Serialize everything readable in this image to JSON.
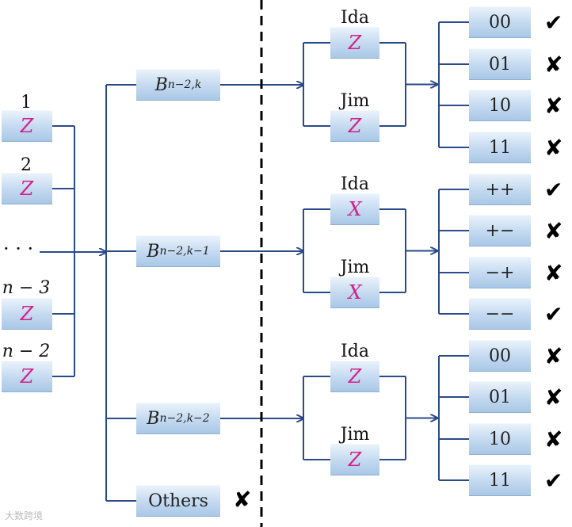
{
  "colors": {
    "wire": "#2b4a8b",
    "gate_text": "#d1218a",
    "box_bg": "#c6dbf1"
  },
  "left_inputs": [
    {
      "label": "1",
      "gate": "Z"
    },
    {
      "label": "2",
      "gate": "Z"
    },
    {
      "label": "n − 3",
      "gate": "Z"
    },
    {
      "label": "n − 2",
      "gate": "Z"
    }
  ],
  "ellipsis": "· · ·",
  "branches": [
    {
      "base": "B",
      "sub": "n−2,k",
      "ida_label": "Ida",
      "ida_gate": "Z",
      "jim_label": "Jim",
      "jim_gate": "Z",
      "outcomes": [
        {
          "label": "00",
          "mark": "check-icon"
        },
        {
          "label": "01",
          "mark": "cross-icon"
        },
        {
          "label": "10",
          "mark": "cross-icon"
        },
        {
          "label": "11",
          "mark": "cross-icon"
        }
      ]
    },
    {
      "base": "B",
      "sub": "n−2,k−1",
      "ida_label": "Ida",
      "ida_gate": "X",
      "jim_label": "Jim",
      "jim_gate": "X",
      "outcomes": [
        {
          "label": "++",
          "mark": "check-icon"
        },
        {
          "label": "+−",
          "mark": "cross-icon"
        },
        {
          "label": "−+",
          "mark": "cross-icon"
        },
        {
          "label": "−−",
          "mark": "check-icon"
        }
      ]
    },
    {
      "base": "B",
      "sub": "n−2,k−2",
      "ida_label": "Ida",
      "ida_gate": "Z",
      "jim_label": "Jim",
      "jim_gate": "Z",
      "outcomes": [
        {
          "label": "00",
          "mark": "cross-icon"
        },
        {
          "label": "01",
          "mark": "cross-icon"
        },
        {
          "label": "10",
          "mark": "cross-icon"
        },
        {
          "label": "11",
          "mark": "check-icon"
        }
      ]
    }
  ],
  "others": {
    "label": "Others",
    "mark": "cross-icon"
  },
  "mark_glyphs": {
    "check-icon": "✔",
    "cross-icon": "✘"
  },
  "watermark": "大数跨境"
}
